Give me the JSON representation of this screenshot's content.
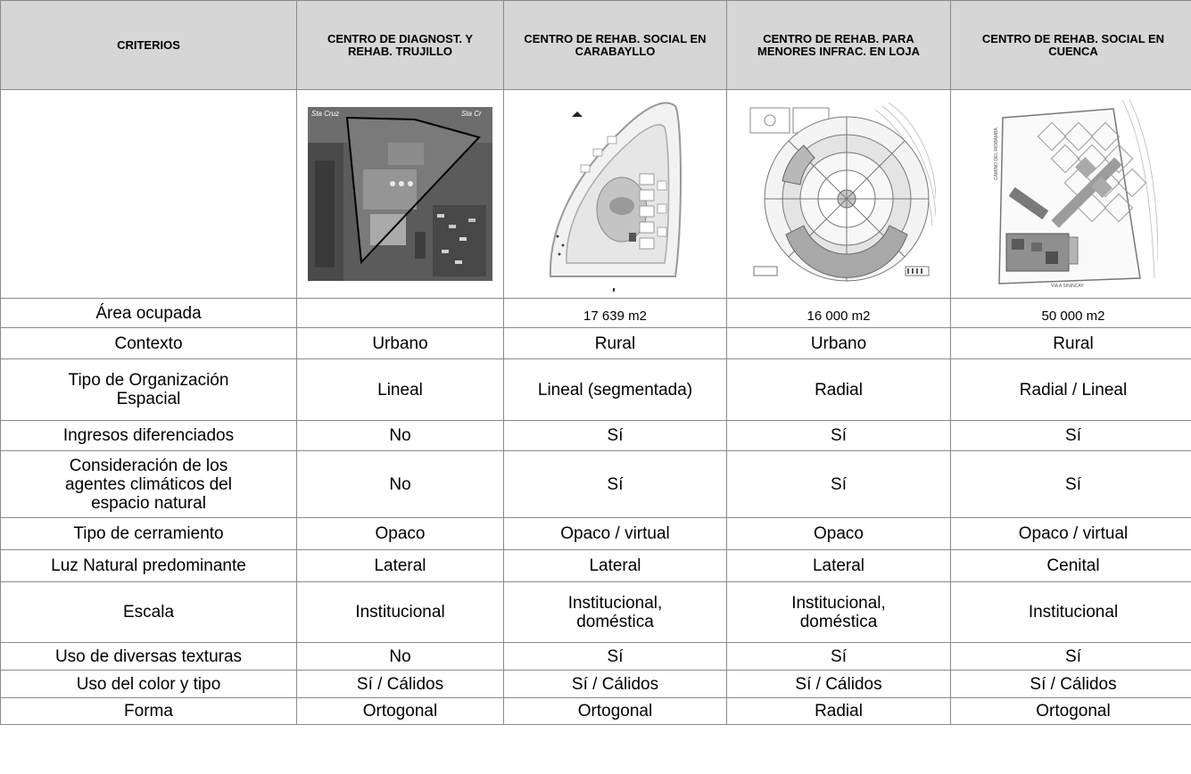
{
  "headers": [
    "CRITERIOS",
    "CENTRO DE DIAGNOST. Y REHAB. TRUJILLO",
    "CENTRO DE REHAB. SOCIAL EN CARABAYLLO",
    "CENTRO DE REHAB. PARA MENORES INFRAC. EN LOJA",
    "CENTRO DE REHAB. SOCIAL EN CUENCA"
  ],
  "images": {
    "trujillo": {
      "labels": [
        "Sta Cruz",
        "Sta Cr"
      ]
    },
    "cuenca": {
      "labels": [
        "CAMINO DEL RIOBAMBA",
        "VIA A SININCAY"
      ]
    }
  },
  "rows": [
    {
      "criterio": "Área ocupada",
      "values": [
        "",
        "17 639 m2",
        "16 000 m2",
        "50 000 m2"
      ]
    },
    {
      "criterio": "Contexto",
      "values": [
        "Urbano",
        "Rural",
        "Urbano",
        "Rural"
      ]
    },
    {
      "criterio": "Tipo de Organización Espacial",
      "values": [
        "Lineal",
        "Lineal (segmentada)",
        "Radial",
        "Radial / Lineal"
      ]
    },
    {
      "criterio": "Ingresos diferenciados",
      "values": [
        "No",
        "Sí",
        "Sí",
        "Sí"
      ]
    },
    {
      "criterio": "Consideración de los agentes climáticos del espacio natural",
      "values": [
        "No",
        "Sí",
        "Sí",
        "Sí"
      ]
    },
    {
      "criterio": "Tipo de cerramiento",
      "values": [
        "Opaco",
        "Opaco / virtual",
        "Opaco",
        "Opaco / virtual"
      ]
    },
    {
      "criterio": "Luz Natural predominante",
      "values": [
        "Lateral",
        "Lateral",
        "Lateral",
        "Cenital"
      ]
    },
    {
      "criterio": "Escala",
      "values": [
        "Institucional",
        "Institucional, doméstica",
        "Institucional, doméstica",
        "Institucional"
      ]
    },
    {
      "criterio": "Uso de diversas texturas",
      "values": [
        "No",
        "Sí",
        "Sí",
        "Sí"
      ]
    },
    {
      "criterio": "Uso del color y tipo",
      "values": [
        "Sí / Cálidos",
        "Sí / Cálidos",
        "Sí / Cálidos",
        "Sí / Cálidos"
      ]
    },
    {
      "criterio": "Forma",
      "values": [
        "Ortogonal",
        "Ortogonal",
        "Radial",
        "Ortogonal"
      ]
    }
  ]
}
